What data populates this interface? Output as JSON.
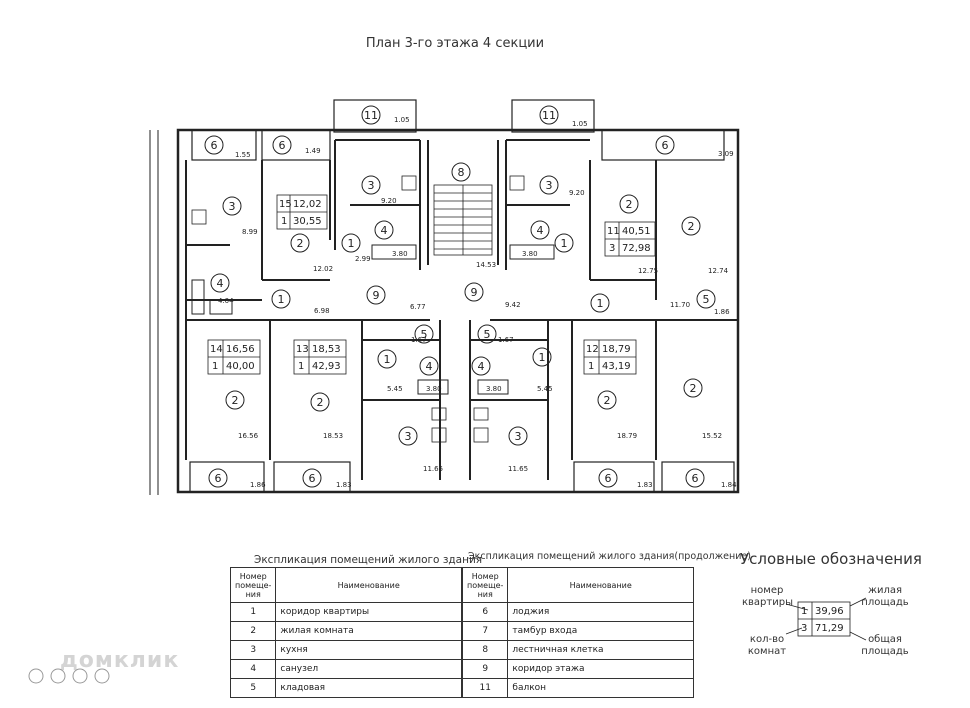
{
  "plan_title": "План 3-го этажа 4 секции",
  "room_codes": {
    "r1": "1",
    "r2": "2",
    "r3": "3",
    "r4": "4",
    "r5": "5",
    "r6": "6",
    "r8": "8",
    "r9": "9",
    "r11": "11"
  },
  "areas": {
    "a1_55": "1.55",
    "a1_49": "1.49",
    "a1_05": "1.05",
    "a3_09": "3.09",
    "a8_99": "8.99",
    "a9_20": "9.20",
    "a3_80": "3.80",
    "a2_99": "2.99",
    "a12_02": "12.02",
    "a14_53": "14.53",
    "a12_75": "12.75",
    "a12_74": "12.74",
    "a4_04": "4.04",
    "a6_98": "6.98",
    "a6_77": "6.77",
    "a9_42": "9.42",
    "a11_70": "11.70",
    "a1_86": "1.86",
    "a1_67": "1.67",
    "a5_45": "5.45",
    "a16_56": "16.56",
    "a18_53": "18.53",
    "a11_65": "11.65",
    "a18_79": "18.79",
    "a15_52": "15.52",
    "a1_83": "1.83",
    "a1_84": "1.84"
  },
  "apartments": [
    {
      "num": "15",
      "living": "12,02",
      "rooms": "1",
      "total": "30,55"
    },
    {
      "num": "11",
      "living": "40,51",
      "rooms": "3",
      "total": "72,98"
    },
    {
      "num": "14",
      "living": "16,56",
      "rooms": "1",
      "total": "40,00"
    },
    {
      "num": "13",
      "living": "18,53",
      "rooms": "1",
      "total": "42,93"
    },
    {
      "num": "12",
      "living": "18,79",
      "rooms": "1",
      "total": "43,19"
    }
  ],
  "explication": {
    "caption_left": "Экспликация помещений жилого здания",
    "caption_right": "Экспликация помещений жилого здания(продолжение)",
    "col_num": "Номер помеще- ния",
    "col_name": "Наименование",
    "left_rows": [
      {
        "n": "1",
        "name": "коридор квартиры"
      },
      {
        "n": "2",
        "name": "жилая комната"
      },
      {
        "n": "3",
        "name": "кухня"
      },
      {
        "n": "4",
        "name": "санузел"
      },
      {
        "n": "5",
        "name": "кладовая"
      }
    ],
    "right_rows": [
      {
        "n": "6",
        "name": "лоджия"
      },
      {
        "n": "7",
        "name": "тамбур входа"
      },
      {
        "n": "8",
        "name": "лестничная клетка"
      },
      {
        "n": "9",
        "name": "коридор этажа"
      },
      {
        "n": "11",
        "name": "балкон"
      }
    ]
  },
  "legend": {
    "title": "Условные обозначения",
    "apt_number_label": "номер квартиры",
    "rooms_count_label": "кол-во комнат",
    "living_area_label": "жилая площадь",
    "total_area_label": "общая площадь",
    "sample_num": "1",
    "sample_rooms": "3",
    "sample_living": "39,96",
    "sample_total": "71,29"
  },
  "watermark": "домклик"
}
